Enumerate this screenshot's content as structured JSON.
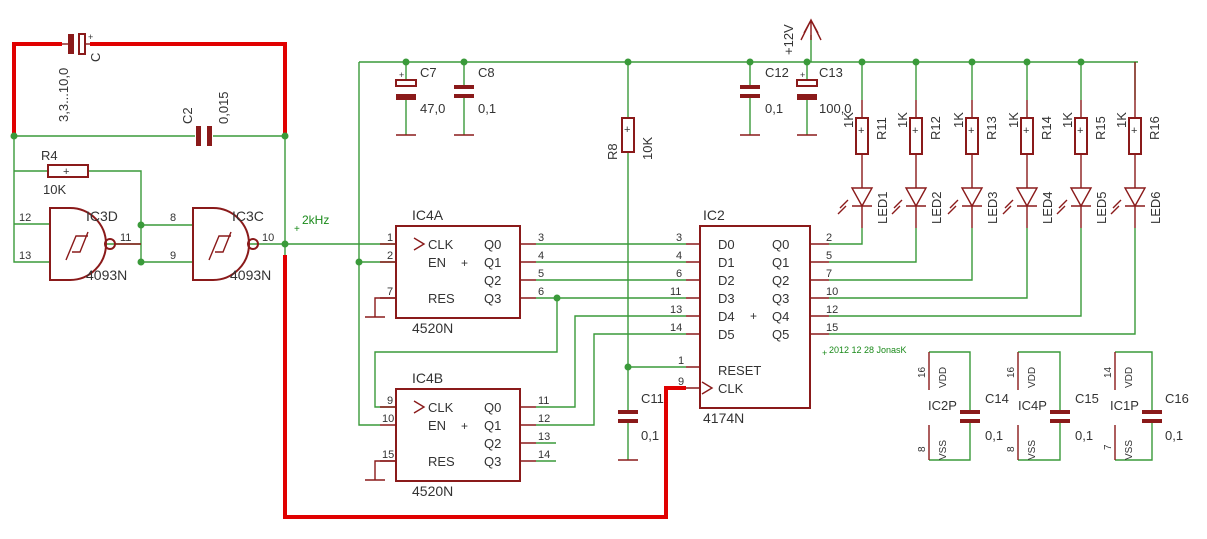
{
  "schematic": {
    "author_note": "2012 12 28 JonasK",
    "power_net": "+12V",
    "freq_label": "2kHz",
    "components": {
      "c1": {
        "name": "C",
        "value": "3,3...10,0"
      },
      "c2": {
        "name": "C2",
        "value": "0,015"
      },
      "r4": {
        "name": "R4",
        "value": "10K"
      },
      "ic3d": {
        "name": "IC3D",
        "type": "4093N",
        "pin_in1": "12",
        "pin_in2": "13",
        "pin_out": "11"
      },
      "ic3c": {
        "name": "IC3C",
        "type": "4093N",
        "pin_in1": "8",
        "pin_in2": "9",
        "pin_out": "10"
      },
      "c7": {
        "name": "C7",
        "value": "47,0"
      },
      "c8": {
        "name": "C8",
        "value": "0,1"
      },
      "c12": {
        "name": "C12",
        "value": "0,1"
      },
      "c13": {
        "name": "C13",
        "value": "100,0"
      },
      "r8": {
        "name": "R8",
        "value": "10K"
      },
      "c11": {
        "name": "C11",
        "value": "0,1"
      },
      "ic4a": {
        "name": "IC4A",
        "type": "4520N",
        "left_pins": [
          "1",
          "2",
          "7"
        ],
        "left_labels": [
          "CLK",
          "EN",
          "RES"
        ],
        "right_labels": [
          "Q0",
          "Q1",
          "Q2",
          "Q3"
        ],
        "right_pins": [
          "3",
          "4",
          "5",
          "6"
        ]
      },
      "ic4b": {
        "name": "IC4B",
        "type": "4520N",
        "left_pins": [
          "9",
          "10",
          "15"
        ],
        "left_labels": [
          "CLK",
          "EN",
          "RES"
        ],
        "right_labels": [
          "Q0",
          "Q1",
          "Q2",
          "Q3"
        ],
        "right_pins": [
          "11",
          "12",
          "13",
          "14"
        ]
      },
      "ic2": {
        "name": "IC2",
        "type": "4174N",
        "d_labels": [
          "D0",
          "D1",
          "D2",
          "D3",
          "D4",
          "D5"
        ],
        "d_pins": [
          "3",
          "4",
          "6",
          "11",
          "13",
          "14"
        ],
        "q_labels": [
          "Q0",
          "Q1",
          "Q2",
          "Q3",
          "Q4",
          "Q5"
        ],
        "q_pins": [
          "2",
          "5",
          "7",
          "10",
          "12",
          "15"
        ],
        "reset_label": "RESET",
        "reset_pin": "1",
        "clk_label": "CLK",
        "clk_pin": "9"
      },
      "resistors": [
        {
          "name": "R11",
          "value": "1K"
        },
        {
          "name": "R12",
          "value": "1K"
        },
        {
          "name": "R13",
          "value": "1K"
        },
        {
          "name": "R14",
          "value": "1K"
        },
        {
          "name": "R15",
          "value": "1K"
        },
        {
          "name": "R16",
          "value": "1K"
        }
      ],
      "leds": [
        "LED1",
        "LED2",
        "LED3",
        "LED4",
        "LED5",
        "LED6"
      ],
      "power_parts": [
        {
          "ic": "IC2P",
          "cap": "C14",
          "value": "0,1",
          "vdd_label": "VDD",
          "vss_label": "VSS",
          "vdd_pin": "16",
          "vss_pin": "8"
        },
        {
          "ic": "IC4P",
          "cap": "C15",
          "value": "0,1",
          "vdd_label": "VDD",
          "vss_label": "VSS",
          "vdd_pin": "16",
          "vss_pin": "8"
        },
        {
          "ic": "IC1P",
          "cap": "C16",
          "value": "0,1",
          "vdd_label": "VDD",
          "vss_label": "VSS",
          "vdd_pin": "14",
          "vss_pin": "7"
        }
      ]
    }
  }
}
